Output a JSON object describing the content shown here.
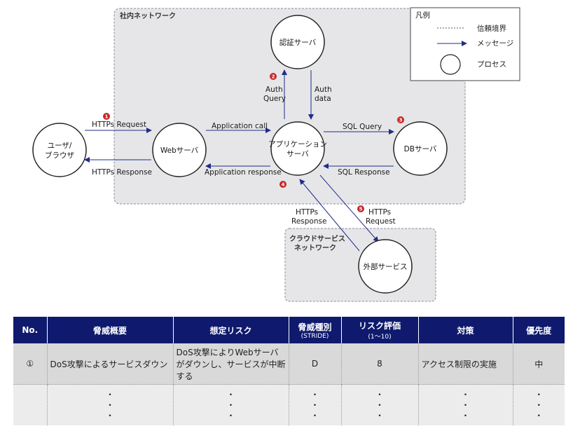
{
  "zones": {
    "internal": "社内ネットワーク",
    "cloud_line1": "クラウドサービス",
    "cloud_line2": "ネットワーク"
  },
  "legend": {
    "title": "凡例",
    "trust_boundary": "信頼境界",
    "message": "メッセージ",
    "process": "プロセス"
  },
  "nodes": {
    "user_line1": "ユーザ/",
    "user_line2": "ブラウザ",
    "web": "Webサーバ",
    "app_line1": "アプリケーション",
    "app_line2": "サーバ",
    "auth": "認証サーバ",
    "db": "DBサーバ",
    "external": "外部サービス"
  },
  "messages": {
    "https_request": "HTTPs Request",
    "https_response": "HTTPs Response",
    "app_call": "Application call",
    "app_response": "Application response",
    "auth_query_1": "Auth",
    "auth_query_2": "Query",
    "auth_data_1": "Auth",
    "auth_data_2": "data",
    "sql_query": "SQL Query",
    "sql_response": "SQL Response",
    "ext_response_1": "HTTPs",
    "ext_response_2": "Response",
    "ext_request_1": "HTTPs",
    "ext_request_2": "Request"
  },
  "badges": [
    "1",
    "2",
    "3",
    "4",
    "5"
  ],
  "colors": {
    "arrow": "#1f2d8a",
    "badge": "#c62828",
    "header": "#0f1a6e",
    "zone_fill": "#e6e6e8",
    "zone_border": "#8a8aa0"
  },
  "table": {
    "headers": {
      "no": "No.",
      "summary": "脅威概要",
      "risk": "想定リスク",
      "type": "脅威種別",
      "type_sub": "(STRIDE)",
      "eval": "リスク評価",
      "eval_sub": "(1〜10)",
      "measure": "対策",
      "priority": "優先度"
    },
    "row1": {
      "no": "①",
      "summary": "DoS攻撃によるサービスダウン",
      "risk": "DoS攻撃によりWebサーバがダウンし、サービスが中断する",
      "type": "D",
      "eval": "8",
      "measure": "アクセス制限の実施",
      "priority": "中"
    },
    "ellipsis": "・"
  }
}
